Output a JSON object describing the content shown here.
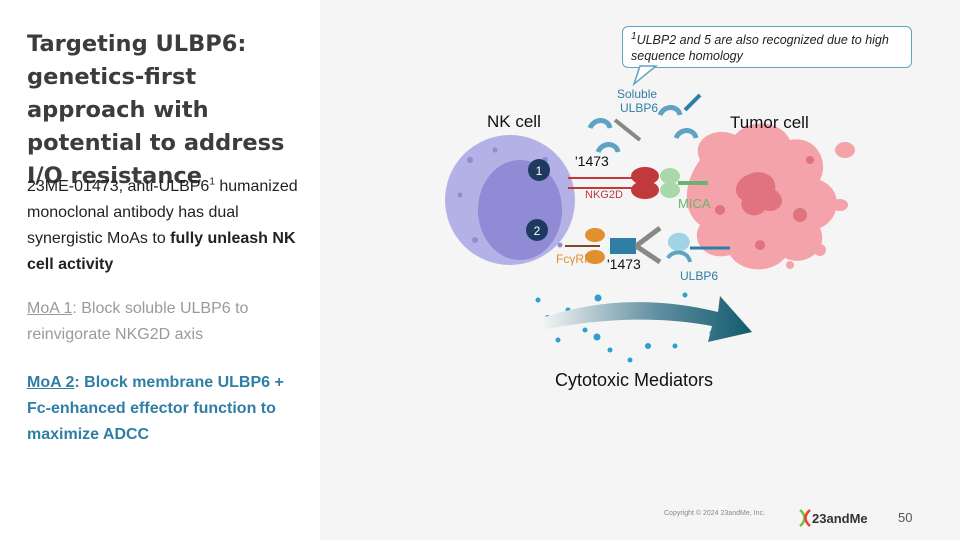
{
  "title": "Targeting ULBP6: genetics-first approach with potential to address I/O resistance",
  "body1": {
    "a": "23ME-01473, anti-ULBP6",
    "sup": "1",
    "b": " humanized monoclonal antibody has dual synergistic MoAs to ",
    "bold": "fully unleash NK cell activity"
  },
  "moa1": {
    "label": "MoA 1",
    "text": ": Block soluble ULBP6 to reinvigorate NKG2D axis"
  },
  "moa2": {
    "label": "MoA 2",
    "text": ": Block membrane ULBP6 + Fc-enhanced effector function to maximize ADCC"
  },
  "callout": {
    "sup": "1",
    "text": "ULBP2 and 5 are also recognized due to high sequence homology"
  },
  "diagram": {
    "soluble_line1": "Soluble",
    "soluble_line2": "ULBP6",
    "nk_cell": "NK cell",
    "tumor_cell": "Tumor cell",
    "ab1473_top": "'1473",
    "ab1473_bottom": "'1473",
    "nkg2d": "NKG2D",
    "mica": "MICA",
    "fcr": "FcγRIIIa",
    "ulbp6": "ULBP6",
    "step1": "1",
    "step2": "2",
    "mediators": "Cytotoxic Mediators"
  },
  "footer": {
    "copyright": "Copyright © 2024 23andMe, Inc.",
    "logo": "23andMe",
    "page": "50"
  },
  "colors": {
    "accent": "#2f7ea6",
    "nk": "#b3b1e6",
    "tumor": "#f3a3a9",
    "nkg2d": "#c0393b",
    "fcr": "#e0902e",
    "mica": "#6db36f",
    "arrow": "#135a6e"
  }
}
